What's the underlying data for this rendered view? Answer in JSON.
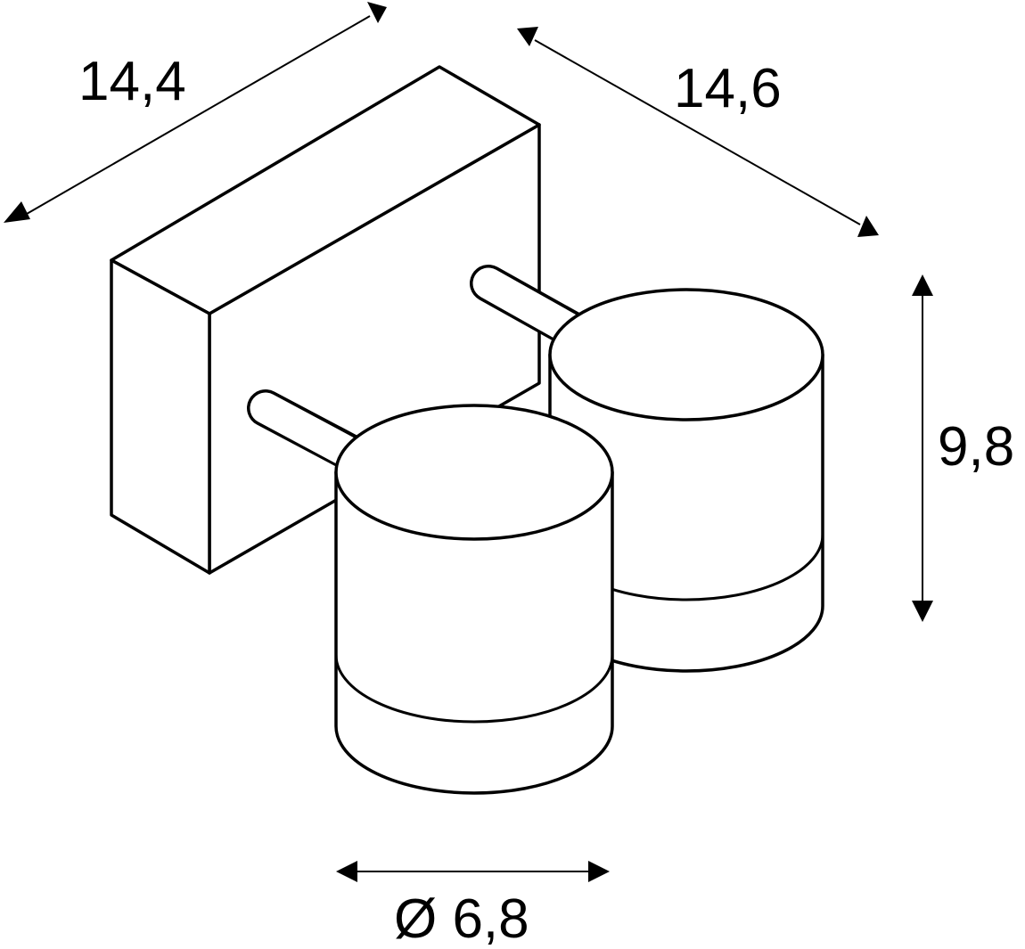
{
  "dimensions": {
    "depth_left": "14,4",
    "depth_right": "14,6",
    "height": "9,8",
    "diameter": "Ø 6,8"
  },
  "colors": {
    "line": "#000000",
    "background": "#ffffff"
  }
}
